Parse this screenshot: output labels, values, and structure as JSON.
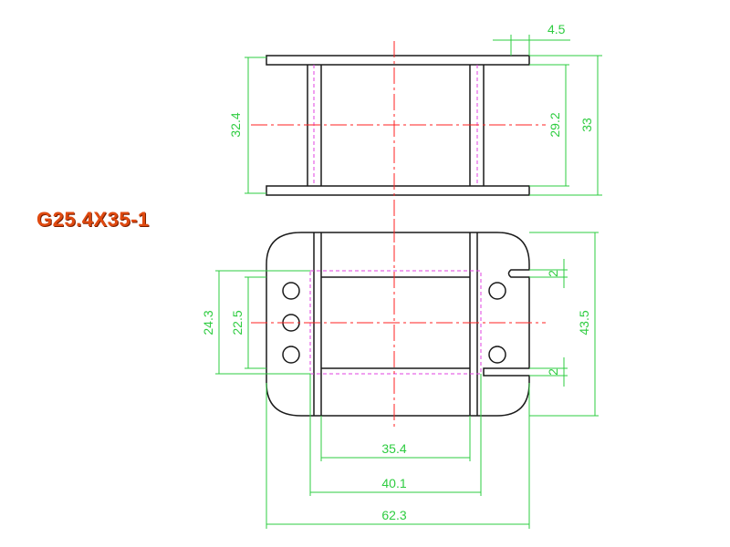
{
  "title": {
    "text": "G25.4X35-1"
  },
  "dimensions": {
    "top_flange_offset": "4.5",
    "top_height_left": "32.4",
    "top_inner_height": "29.2",
    "top_overall_height": "33",
    "bottom_slot_top": "2",
    "bottom_slot_bottom": "2",
    "bottom_height_outer_left": "24.3",
    "bottom_height_inner_left": "22.5",
    "bottom_overall_height": "43.5",
    "bottom_width_inner": "35.4",
    "bottom_width_mid": "40.1",
    "bottom_width_overall": "62.3"
  },
  "colors": {
    "outline": "#1a1a1a",
    "dimension": "#2ecc40",
    "centerline": "#ff2020",
    "hidden": "#e040e0",
    "title": "#e04a10"
  }
}
